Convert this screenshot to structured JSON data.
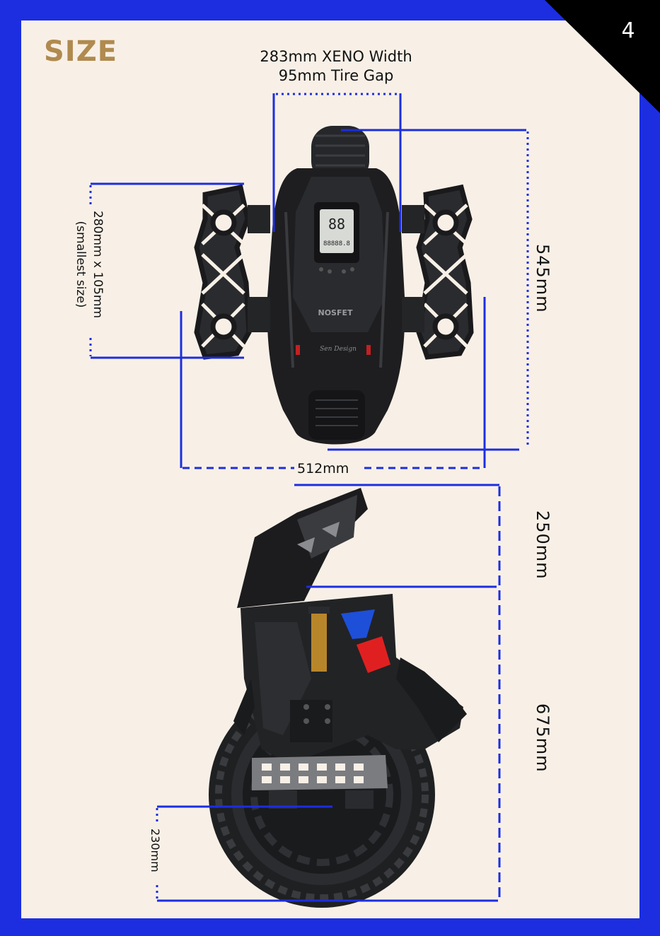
{
  "page": {
    "title": "SIZE",
    "page_number": "4"
  },
  "colors": {
    "border_blue": "#1c2ee0",
    "background": "#f8f0e7",
    "title_gold": "#b08a4e",
    "corner": "#000000",
    "body_dark": "#1e1e20",
    "accent_red": "#e02020",
    "accent_blue": "#1e4fd8",
    "shock_gold": "#b8862a"
  },
  "dimensions": {
    "top_width": {
      "line1": "283mm XENO Width",
      "line2": "95mm Tire Gap"
    },
    "overall_width": "512mm",
    "top_length": "545mm",
    "pedal_size": {
      "line1": "280mm x 105mm",
      "line2": "(smallest size)"
    },
    "upper_height": "250mm",
    "total_height": "675mm",
    "pedal_height": "230mm"
  },
  "unit_marks": {
    "logo_text": "NOSFET",
    "display_digits": "88",
    "display_odometer": "88888.8",
    "signature": "Sen Design"
  }
}
